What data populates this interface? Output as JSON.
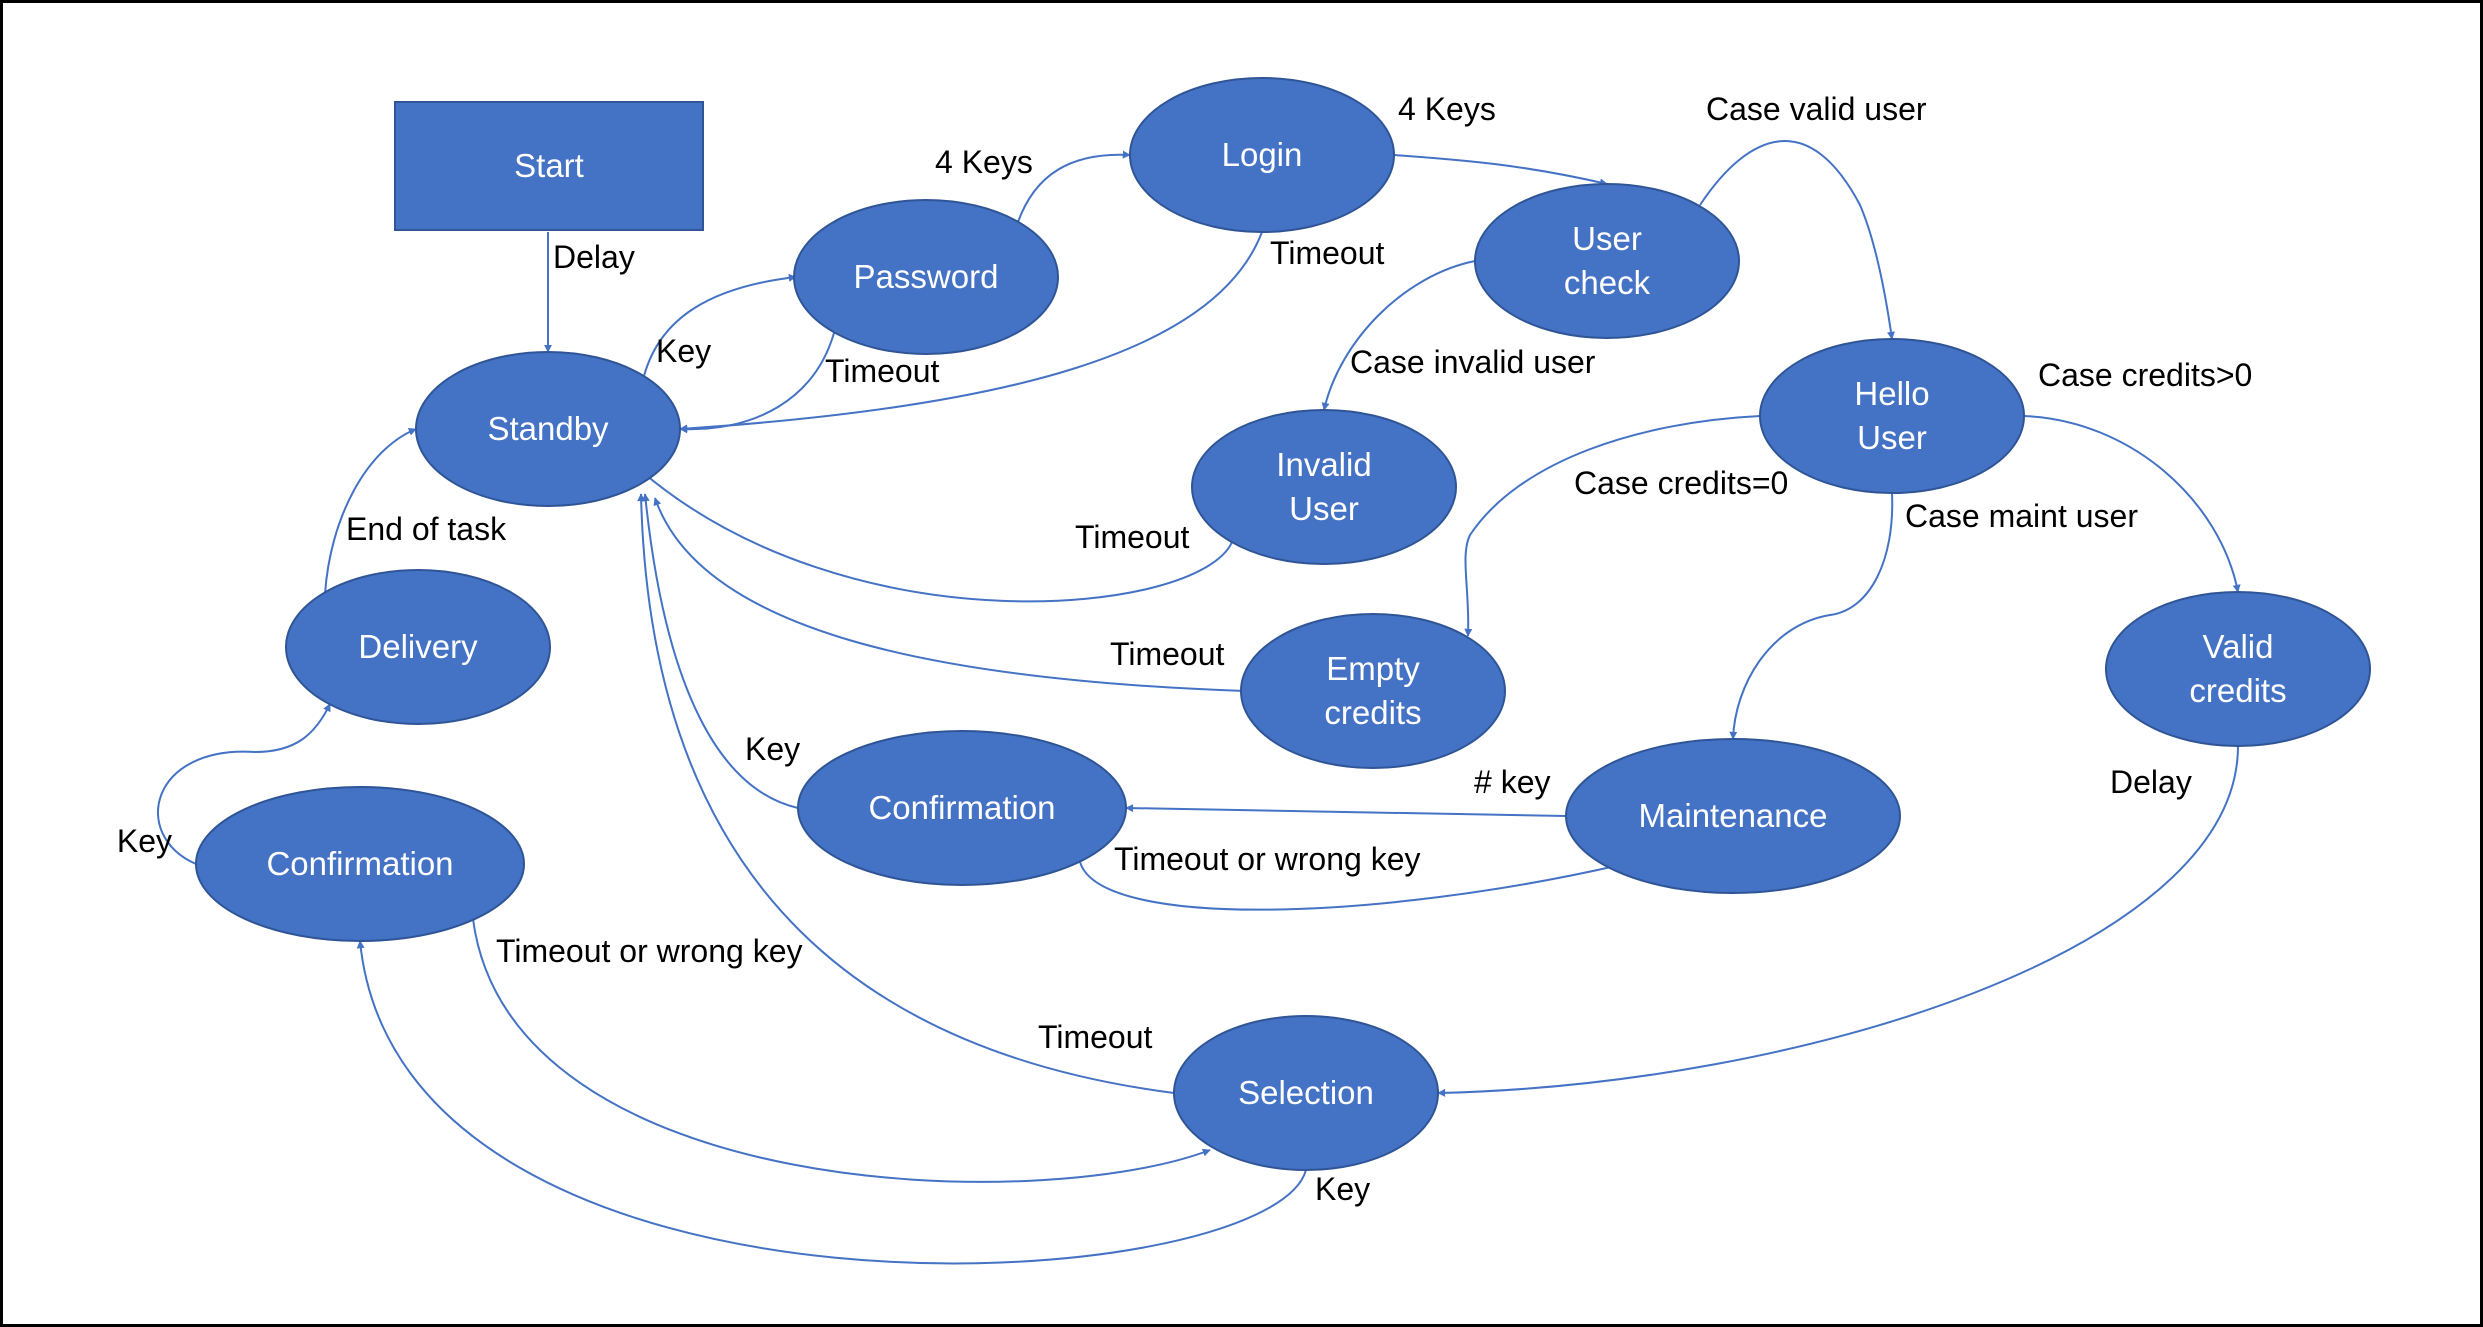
{
  "diagram": {
    "type": "state-machine",
    "colors": {
      "node_fill": "#4472C4",
      "node_stroke": "#2F5597",
      "edge": "#4472C4",
      "frame": "#000000"
    },
    "nodes": [
      {
        "id": "start",
        "shape": "rect",
        "label": "Start"
      },
      {
        "id": "standby",
        "shape": "ellipse",
        "label": "Standby"
      },
      {
        "id": "password",
        "shape": "ellipse",
        "label": "Password"
      },
      {
        "id": "login",
        "shape": "ellipse",
        "label": "Login"
      },
      {
        "id": "usercheck",
        "shape": "ellipse",
        "label": "User check",
        "lines": [
          "User",
          "check"
        ]
      },
      {
        "id": "hellouser",
        "shape": "ellipse",
        "label": "Hello User",
        "lines": [
          "Hello",
          "User"
        ]
      },
      {
        "id": "invaliduser",
        "shape": "ellipse",
        "label": "Invalid User",
        "lines": [
          "Invalid",
          "User"
        ]
      },
      {
        "id": "emptycredits",
        "shape": "ellipse",
        "label": "Empty credits",
        "lines": [
          "Empty",
          "credits"
        ]
      },
      {
        "id": "validcredits",
        "shape": "ellipse",
        "label": "Valid credits",
        "lines": [
          "Valid",
          "credits"
        ]
      },
      {
        "id": "delivery",
        "shape": "ellipse",
        "label": "Delivery"
      },
      {
        "id": "confirmation_left",
        "shape": "ellipse",
        "label": "Confirmation"
      },
      {
        "id": "confirmation_mid",
        "shape": "ellipse",
        "label": "Confirmation"
      },
      {
        "id": "maintenance",
        "shape": "ellipse",
        "label": "Maintenance"
      },
      {
        "id": "selection",
        "shape": "ellipse",
        "label": "Selection"
      }
    ],
    "edges": [
      {
        "id": "e1",
        "from": "start",
        "to": "standby",
        "label": "Delay"
      },
      {
        "id": "e2",
        "from": "standby",
        "to": "password",
        "label": "Key"
      },
      {
        "id": "e3",
        "from": "password",
        "to": "standby",
        "label": "Timeout"
      },
      {
        "id": "e4",
        "from": "password",
        "to": "login",
        "label": "4 Keys"
      },
      {
        "id": "e5",
        "from": "login",
        "to": "usercheck",
        "label": "4 Keys"
      },
      {
        "id": "e6",
        "from": "login",
        "to": "standby",
        "label": "Timeout"
      },
      {
        "id": "e7",
        "from": "usercheck",
        "to": "hellouser",
        "label": "Case valid user"
      },
      {
        "id": "e8",
        "from": "usercheck",
        "to": "invaliduser",
        "label": "Case invalid user"
      },
      {
        "id": "e9",
        "from": "hellouser",
        "to": "validcredits",
        "label": "Case credits>0"
      },
      {
        "id": "e10",
        "from": "hellouser",
        "to": "emptycredits",
        "label": "Case credits=0"
      },
      {
        "id": "e11",
        "from": "hellouser",
        "to": "maintenance",
        "label": "Case maint user"
      },
      {
        "id": "e12",
        "from": "invaliduser",
        "to": "standby",
        "label": "Timeout"
      },
      {
        "id": "e13",
        "from": "emptycredits",
        "to": "standby",
        "label": "Timeout"
      },
      {
        "id": "e14",
        "from": "confirmation_mid",
        "to": "standby",
        "label": "Key"
      },
      {
        "id": "e15",
        "from": "maintenance",
        "to": "confirmation_mid",
        "label": "# key"
      },
      {
        "id": "e16",
        "from": "confirmation_mid",
        "to": "maintenance",
        "label": "Timeout or wrong key"
      },
      {
        "id": "e17",
        "from": "validcredits",
        "to": "selection",
        "label": "Delay"
      },
      {
        "id": "e18",
        "from": "selection",
        "to": "standby",
        "label": "Timeout"
      },
      {
        "id": "e19",
        "from": "selection",
        "to": "confirmation_left",
        "label": "Key"
      },
      {
        "id": "e20",
        "from": "confirmation_left",
        "to": "selection",
        "label": "Timeout or wrong key"
      },
      {
        "id": "e21",
        "from": "confirmation_left",
        "to": "delivery",
        "label": "Key"
      },
      {
        "id": "e22",
        "from": "delivery",
        "to": "standby",
        "label": "End of task"
      }
    ]
  }
}
